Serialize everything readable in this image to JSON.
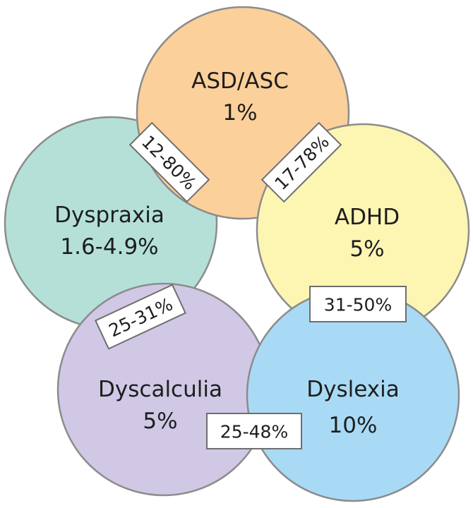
{
  "conditions": [
    {
      "key": "asd",
      "name": "ASD/ASC",
      "prevalence": "1%",
      "color": "#fcd09a"
    },
    {
      "key": "adhd",
      "name": "ADHD",
      "prevalence": "5%",
      "color": "#fdf6b3"
    },
    {
      "key": "dyspraxia",
      "name": "Dyspraxia",
      "prevalence": "1.6-4.9%",
      "color": "#b4e0d8"
    },
    {
      "key": "dyscalculia",
      "name": "Dyscalculia",
      "prevalence": "5%",
      "color": "#d1c8e6"
    },
    {
      "key": "dyslexia",
      "name": "Dyslexia",
      "prevalence": "10%",
      "color": "#a9daf5"
    }
  ],
  "overlaps": [
    {
      "between": [
        "ASD/ASC",
        "Dyspraxia"
      ],
      "label": "12-80%"
    },
    {
      "between": [
        "ASD/ASC",
        "ADHD"
      ],
      "label": "17-78%"
    },
    {
      "between": [
        "ADHD",
        "Dyslexia"
      ],
      "label": "31-50%"
    },
    {
      "between": [
        "Dyspraxia",
        "Dyscalculia"
      ],
      "label": "25-31%"
    },
    {
      "between": [
        "Dyscalculia",
        "Dyslexia"
      ],
      "label": "25-48%"
    }
  ]
}
